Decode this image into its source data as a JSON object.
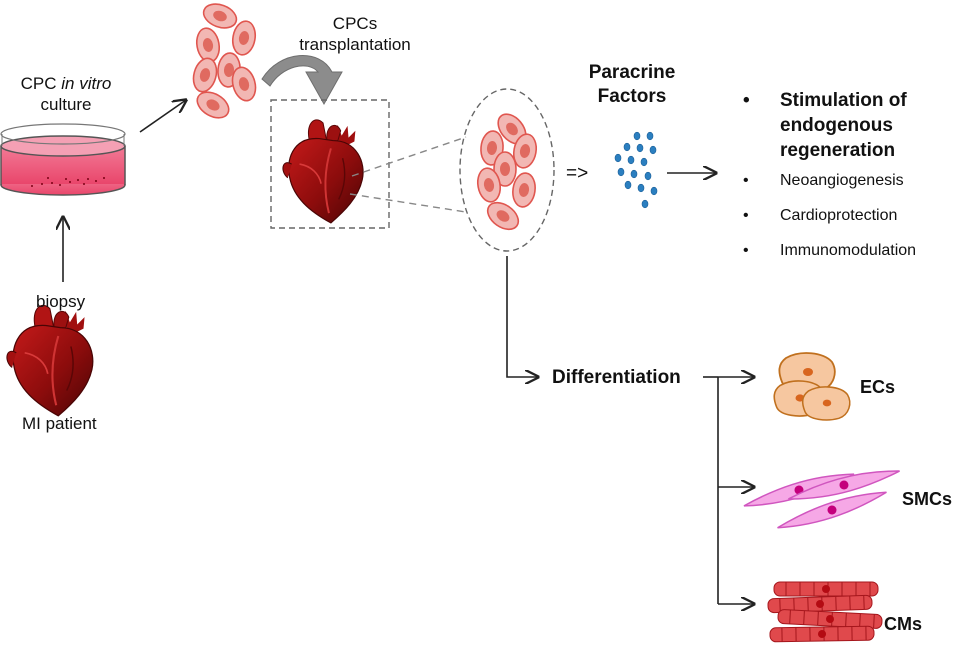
{
  "labels": {
    "culture_prefix": "CPC ",
    "culture_italic": "in vitro",
    "culture_suffix": "culture",
    "transplantation_line1": "CPCs",
    "transplantation_line2": "transplantation",
    "biopsy": "biopsy",
    "patient": "MI patient",
    "paracrine_line1": "Paracrine",
    "paracrine_line2": "Factors",
    "implies_symbol": "=>",
    "differentiation": "Differentiation"
  },
  "effects": {
    "main": "Stimulation of endogenous regeneration",
    "items": [
      "Neoangiogenesis",
      "Cardioprotection",
      "Immunomodulation"
    ]
  },
  "cell_types": {
    "ec": "ECs",
    "smc": "SMCs",
    "cm": "CMs"
  },
  "colors": {
    "cpc_cell_fill": "#f2b7b3",
    "cpc_cell_edge": "#e0564f",
    "cpc_nucleus": "#e06a60",
    "heart_dark": "#7a0b0b",
    "heart_light": "#c01818",
    "culture_medium": "#ef5b7e",
    "factor_dot": "#2b7fc0",
    "ec_fill": "#f6c7a0",
    "ec_edge": "#c0701e",
    "ec_nucleus": "#d8651e",
    "smc_fill": "#f6a8e6",
    "smc_edge": "#d056bf",
    "smc_nucleus": "#c4007c",
    "cm_fill": "#e0494c",
    "cm_nucleus": "#b40b13",
    "curved_arrow": "#8c8c8c"
  }
}
